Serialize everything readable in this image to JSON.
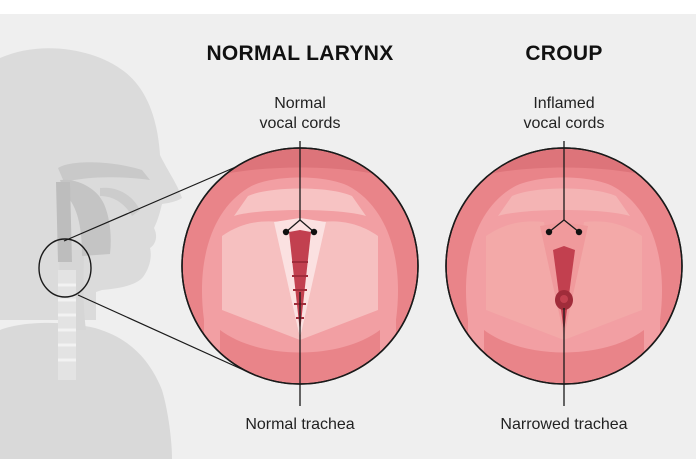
{
  "headings": {
    "normal": "NORMAL LARYNX",
    "croup": "CROUP"
  },
  "labels": {
    "normal_cords_line1": "Normal",
    "normal_cords_line2": "vocal cords",
    "normal_trachea": "Normal trachea",
    "croup_cords_line1": "Inflamed",
    "croup_cords_line2": "vocal cords",
    "croup_trachea": "Narrowed trachea"
  },
  "colors": {
    "background_panel": "#efefef",
    "silhouette": "#d9d9d9",
    "airway": "#c6c6c6",
    "throat_outer": "#e9858a",
    "throat_ring": "#f29ea2",
    "fold_pale": "#f7c7c6",
    "vocal_cord_normal": "#fbe3e2",
    "vocal_cord_inflamed": "#f3a9a8",
    "trachea_dark": "#c2404f",
    "trachea_deep": "#a02c3a",
    "pointer_line": "#1a1a1a"
  }
}
